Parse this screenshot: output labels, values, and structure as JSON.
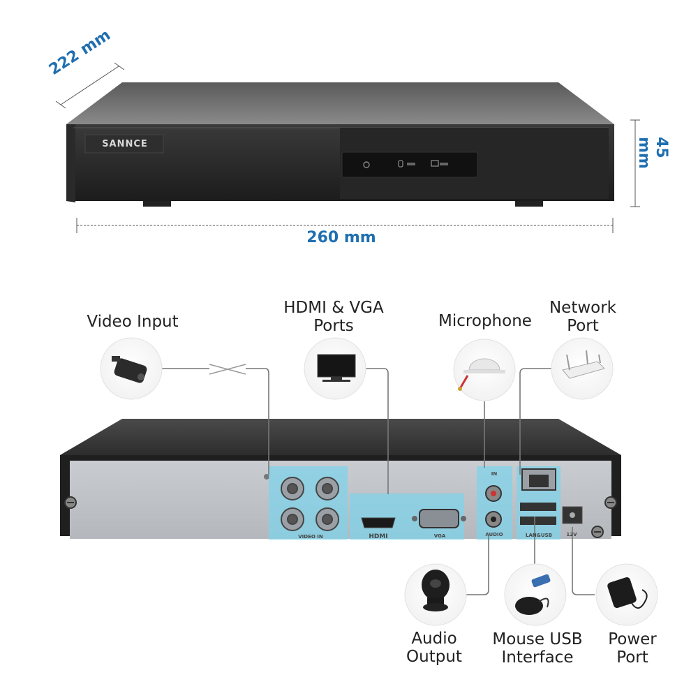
{
  "dimensions": {
    "depth": "222 mm",
    "height": "45 mm",
    "width": "260 mm"
  },
  "front_panel": {
    "brand": "SANNCE"
  },
  "port_labels": {
    "video_in": "VIDEO IN",
    "hdmi": "HDMI",
    "vga": "VGA",
    "audio_in": "IN",
    "audio_out": "AUDIO",
    "lan_usb": "LAN&USB",
    "power": "12V"
  },
  "callouts": {
    "video_input": "Video Input",
    "hdmi_vga_line1": "HDMI & VGA",
    "hdmi_vga_line2": "Ports",
    "microphone": "Microphone",
    "network_line1": "Network",
    "network_line2": "Port",
    "audio_output_line1": "Audio",
    "audio_output_line2": "Output",
    "mouse_usb_line1": "Mouse USB",
    "mouse_usb_line2": "Interface",
    "power_line1": "Power",
    "power_line2": "Port"
  },
  "colors": {
    "accent": "#1f6fb0",
    "highlight": "#7fd3ea",
    "device": "#2a2a2a"
  },
  "icons": [
    "camera-icon",
    "monitor-icon",
    "microphone-icon",
    "router-icon",
    "speaker-icon",
    "mouse-icon",
    "power-adapter-icon"
  ]
}
